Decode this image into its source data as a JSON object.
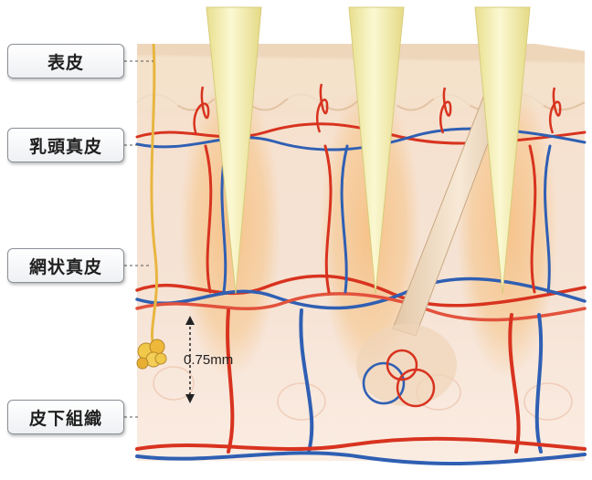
{
  "labels": {
    "epidermis": "表皮",
    "papillary_dermis": "乳頭真皮",
    "reticular_dermis": "網状真皮",
    "subcutaneous": "皮下組織"
  },
  "measurement": {
    "depth": "0.75mm"
  },
  "colors": {
    "artery": "#d8331f",
    "vein": "#2f5fb3",
    "needle": "#f5f0b4",
    "heat_zone": "#f6b25a",
    "epidermis": "#f2ddc4",
    "dermis": "#f5e3d5",
    "subcutis": "#fbece2"
  }
}
